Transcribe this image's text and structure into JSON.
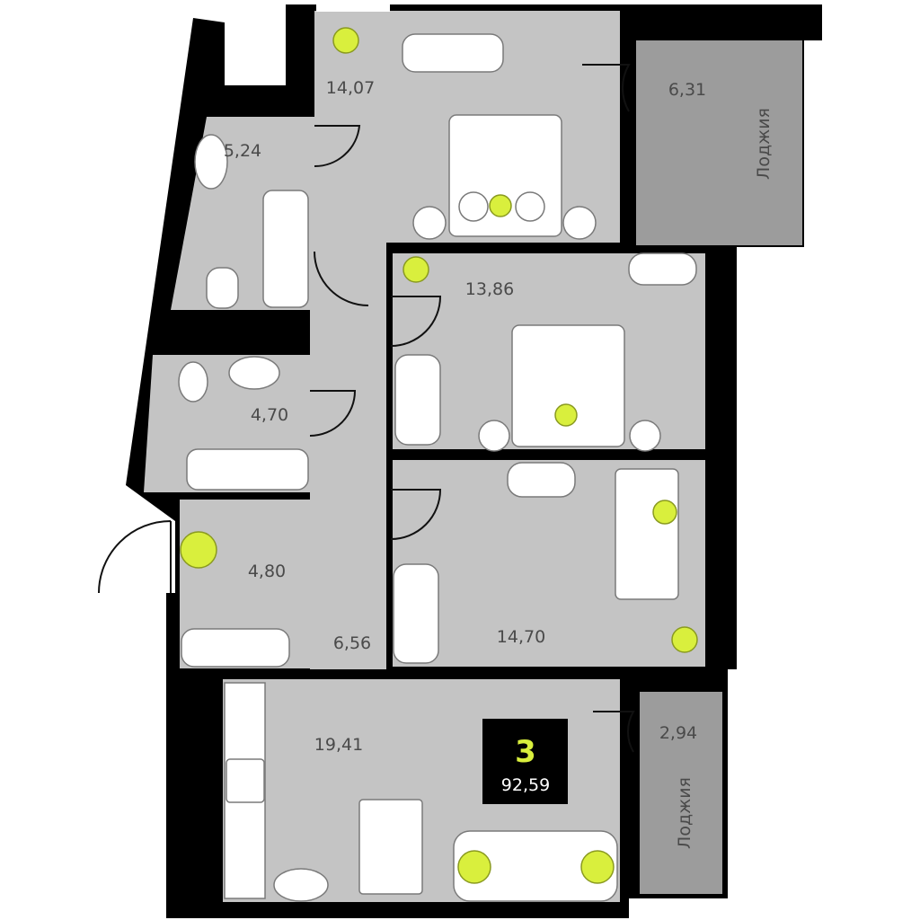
{
  "plan": {
    "rooms_count": "3",
    "total_area": "92,59",
    "rooms": [
      {
        "name": "bedroom-1",
        "area": "14,07"
      },
      {
        "name": "bathroom-1",
        "area": "5,24"
      },
      {
        "name": "bathroom-2",
        "area": "4,70"
      },
      {
        "name": "hallway",
        "area": "4,80"
      },
      {
        "name": "corridor",
        "area": "6,56"
      },
      {
        "name": "bedroom-2",
        "area": "13,86"
      },
      {
        "name": "bedroom-3",
        "area": "14,70"
      },
      {
        "name": "kitchen-living",
        "area": "19,41"
      }
    ],
    "loggias": [
      {
        "label": "Лоджия",
        "area": "6,31"
      },
      {
        "label": "Лоджия",
        "area": "2,94"
      }
    ]
  },
  "colors": {
    "accent": "#d9ef3d",
    "floor": "#c4c4c4",
    "loggia": "#9c9c9c",
    "wall": "#000000"
  }
}
